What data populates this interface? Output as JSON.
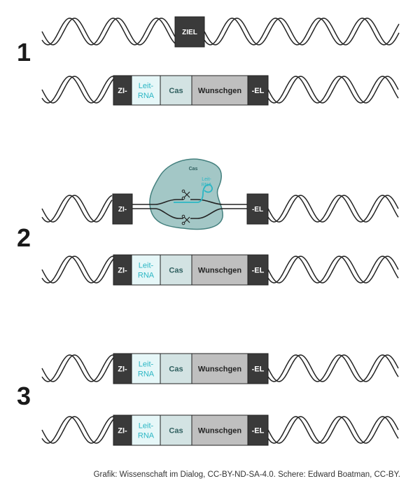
{
  "steps": [
    {
      "number": "1"
    },
    {
      "number": "2"
    },
    {
      "number": "3"
    }
  ],
  "target_label": "ZIEL",
  "cassette": {
    "left": "ZI-",
    "guide_line1": "Leit-",
    "guide_line2": "RNA",
    "cas": "Cas",
    "gene": "Wunschgen",
    "right": "-EL"
  },
  "cas_complex": {
    "label": "Cas",
    "guide_line1": "Leit-",
    "guide_line2": "RNA",
    "left": "ZI-",
    "right": "-EL"
  },
  "credit": "Grafik: Wissenschaft im Dialog, CC-BY-ND-SA-4.0. Schere: Edward Boatman, CC-BY.",
  "colors": {
    "dark_block": "#3a3a3a",
    "guide_fill": "#e6f7f8",
    "guide_text": "#2bb6c4",
    "cas_fill": "#d3e3e3",
    "cas_text": "#2f5f5f",
    "gene_fill": "#bfbfbf",
    "cas_blob": "#9fc5c4",
    "cas_blob_stroke": "#3b7a78"
  }
}
